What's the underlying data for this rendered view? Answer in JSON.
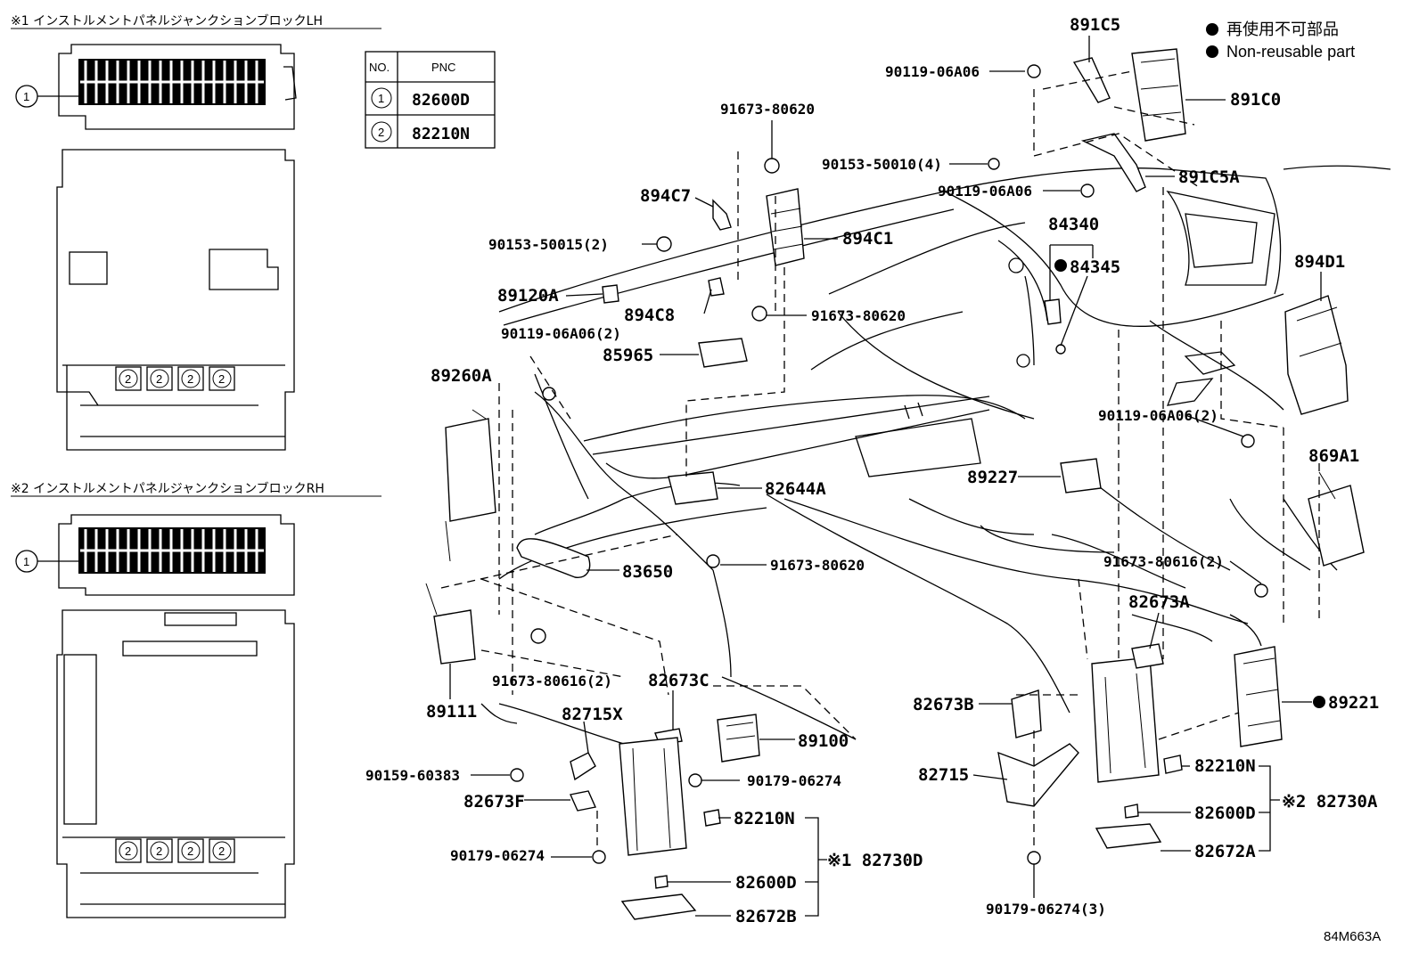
{
  "legend": {
    "marker_label": "再使用不可部品",
    "marker_label_en": "Non-reusable part"
  },
  "figure_ref": "84M663A",
  "junction_blocks": {
    "lh_title": "※1 インストルメントパネルジャンクションブロックLH",
    "rh_title": "※2 インストルメントパネルジャンクションブロックRH",
    "callout_1": "1",
    "callout_2": "2"
  },
  "pnc_table": {
    "header_no": "NO.",
    "header_pnc": "PNC",
    "rows": [
      {
        "no": "1",
        "pnc": "82600D"
      },
      {
        "no": "2",
        "pnc": "82210N"
      }
    ]
  },
  "labels": {
    "p891C5": "891C5",
    "p891C0": "891C0",
    "p891C5A": "891C5A",
    "p90119_06A06_a": "90119-06A06",
    "p90153_50010_4": "90153-50010(4)",
    "p90119_06A06_b": "90119-06A06",
    "p91673_80620_a": "91673-80620",
    "p894C7": "894C7",
    "p894C1": "894C1",
    "p90153_50015_2": "90153-50015(2)",
    "p89120A": "89120A",
    "p894C8": "894C8",
    "p91673_80620_b": "91673-80620",
    "p84340": "84340",
    "p84345": "84345",
    "p894D1": "894D1",
    "p90119_06A06_2a": "90119-06A06(2)",
    "p85965": "85965",
    "p89260A": "89260A",
    "p90119_06A06_2b": "90119-06A06(2)",
    "p869A1": "869A1",
    "p89227": "89227",
    "p82644A": "82644A",
    "p91673_80620_c": "91673-80620",
    "p83650": "83650",
    "p91673_80616_2a": "91673-80616(2)",
    "p82673A": "82673A",
    "p91673_80616_2b": "91673-80616(2)",
    "p89111": "89111",
    "p82673C": "82673C",
    "p82715X": "82715X",
    "p89100": "89100",
    "p82673B": "82673B",
    "p89221": "89221",
    "p90159_60383": "90159-60383",
    "p90179_06274_a": "90179-06274",
    "p82715": "82715",
    "p82210N_a": "82210N",
    "p82673F": "82673F",
    "p82210N_b": "82210N",
    "p82730A": "※2 82730A",
    "p82730D": "※1 82730D",
    "p90179_06274_b": "90179-06274",
    "p82600D_a": "82600D",
    "p82600D_b": "82600D",
    "p82672A": "82672A",
    "p82672B": "82672B",
    "p90179_06274_3": "90179-06274(3)"
  }
}
